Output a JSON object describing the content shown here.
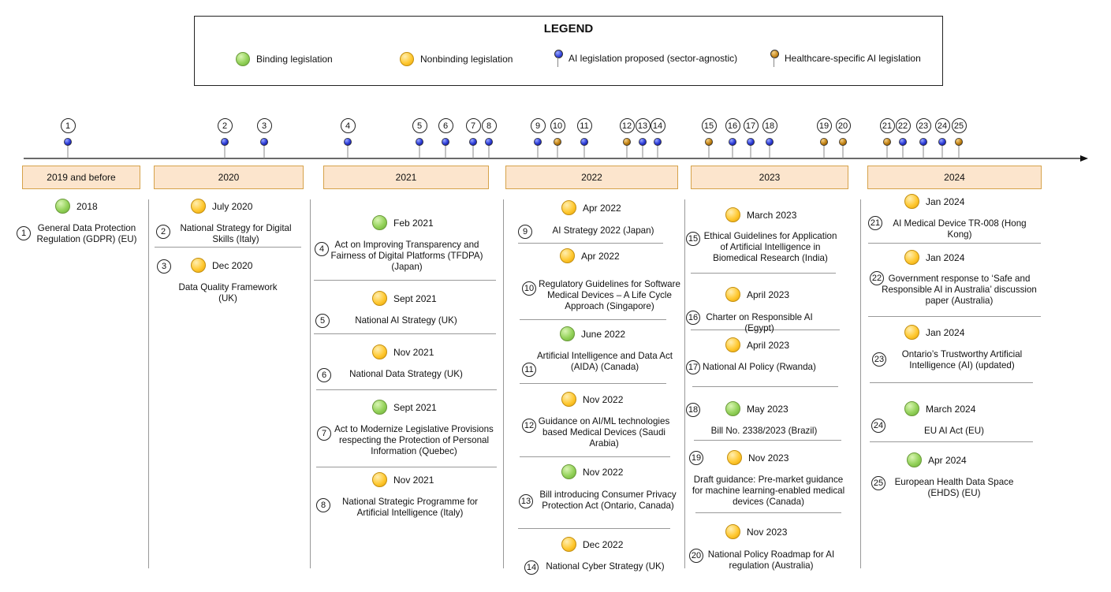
{
  "legend": {
    "title": "LEGEND",
    "binding": "Binding legislation",
    "nonbinding": "Nonbinding legislation",
    "proposed": "AI legislation proposed (sector-agnostic)",
    "healthcare": "Healthcare-specific AI legislation"
  },
  "colors": {
    "binding": "#94d25a",
    "nonbinding": "#ffc933",
    "sector_agnostic_pin": "#3344dd",
    "healthcare_pin": "#c8891b",
    "year_box_fill": "#fce5cd",
    "year_box_border": "#d6a24a"
  },
  "years": [
    "2019 and before",
    "2020",
    "2021",
    "2022",
    "2023",
    "2024"
  ],
  "timeline_pins": [
    {
      "n": "1",
      "type": "blue"
    },
    {
      "n": "2",
      "type": "blue"
    },
    {
      "n": "3",
      "type": "blue"
    },
    {
      "n": "4",
      "type": "blue"
    },
    {
      "n": "5",
      "type": "blue"
    },
    {
      "n": "6",
      "type": "blue"
    },
    {
      "n": "7",
      "type": "blue"
    },
    {
      "n": "8",
      "type": "blue"
    },
    {
      "n": "9",
      "type": "blue"
    },
    {
      "n": "10",
      "type": "orange"
    },
    {
      "n": "11",
      "type": "blue"
    },
    {
      "n": "12",
      "type": "orange"
    },
    {
      "n": "13",
      "type": "blue"
    },
    {
      "n": "14",
      "type": "blue"
    },
    {
      "n": "15",
      "type": "orange"
    },
    {
      "n": "16",
      "type": "blue"
    },
    {
      "n": "17",
      "type": "blue"
    },
    {
      "n": "18",
      "type": "blue"
    },
    {
      "n": "19",
      "type": "orange"
    },
    {
      "n": "20",
      "type": "orange"
    },
    {
      "n": "21",
      "type": "orange"
    },
    {
      "n": "22",
      "type": "blue"
    },
    {
      "n": "23",
      "type": "blue"
    },
    {
      "n": "24",
      "type": "blue"
    },
    {
      "n": "25",
      "type": "orange"
    }
  ],
  "items": [
    {
      "n": "1",
      "date": "2018",
      "status": "binding",
      "text": "General Data Protection Regulation (GDPR) (EU)"
    },
    {
      "n": "2",
      "date": "July 2020",
      "status": "nonbinding",
      "text": "National Strategy for Digital Skills (Italy)"
    },
    {
      "n": "3",
      "date": "Dec 2020",
      "status": "nonbinding",
      "text": "Data Quality Framework (UK)"
    },
    {
      "n": "4",
      "date": "Feb 2021",
      "status": "binding",
      "text": "Act on Improving Transparency and Fairness of Digital Platforms (TFDPA) (Japan)"
    },
    {
      "n": "5",
      "date": "Sept 2021",
      "status": "nonbinding",
      "text": "National AI Strategy (UK)"
    },
    {
      "n": "6",
      "date": "Nov 2021",
      "status": "nonbinding",
      "text": "National Data Strategy (UK)"
    },
    {
      "n": "7",
      "date": "Sept 2021",
      "status": "binding",
      "text": "Act to Modernize Legislative Provisions respecting the Protection of Personal Information (Quebec)"
    },
    {
      "n": "8",
      "date": "Nov 2021",
      "status": "nonbinding",
      "text": "National Strategic Programme for Artificial Intelligence (Italy)"
    },
    {
      "n": "9",
      "date": "Apr 2022",
      "status": "nonbinding",
      "text": "AI Strategy 2022 (Japan)"
    },
    {
      "n": "10",
      "date": "Apr 2022",
      "status": "nonbinding",
      "text": "Regulatory Guidelines for Software Medical Devices – A Life Cycle Approach (Singapore)"
    },
    {
      "n": "11",
      "date": "June 2022",
      "status": "binding",
      "text": "Artificial Intelligence and Data Act (AIDA) (Canada)"
    },
    {
      "n": "12",
      "date": "Nov 2022",
      "status": "nonbinding",
      "text": "Guidance on AI/ML technologies based Medical Devices (Saudi Arabia)"
    },
    {
      "n": "13",
      "date": "Nov 2022",
      "status": "binding",
      "text": "Bill introducing Consumer Privacy Protection Act (Ontario, Canada)"
    },
    {
      "n": "14",
      "date": "Dec 2022",
      "status": "nonbinding",
      "text": "National Cyber Strategy (UK)"
    },
    {
      "n": "15",
      "date": "March 2023",
      "status": "nonbinding",
      "text": "Ethical Guidelines for Application of Artificial Intelligence in Biomedical Research (India)"
    },
    {
      "n": "16",
      "date": "April 2023",
      "status": "nonbinding",
      "text": "Charter on Responsible AI (Egypt)"
    },
    {
      "n": "17",
      "date": "April 2023",
      "status": "nonbinding",
      "text": "National AI Policy (Rwanda)"
    },
    {
      "n": "18",
      "date": "May 2023",
      "status": "binding",
      "text": "Bill No. 2338/2023 (Brazil)"
    },
    {
      "n": "19",
      "date": "Nov 2023",
      "status": "nonbinding",
      "text": "Draft guidance: Pre-market guidance for machine learning-enabled medical devices (Canada)"
    },
    {
      "n": "20",
      "date": "Nov 2023",
      "status": "nonbinding",
      "text": "National Policy Roadmap for AI regulation (Australia)"
    },
    {
      "n": "21",
      "date": "Jan 2024",
      "status": "nonbinding",
      "text": "AI Medical Device TR-008 (Hong Kong)"
    },
    {
      "n": "22",
      "date": "Jan 2024",
      "status": "nonbinding",
      "text": "Government response to ‘Safe and Responsible AI in Australia’ discussion paper (Australia)"
    },
    {
      "n": "23",
      "date": "Jan 2024",
      "status": "nonbinding",
      "text": "Ontario’s Trustworthy Artificial Intelligence (AI) (updated)"
    },
    {
      "n": "24",
      "date": "March 2024",
      "status": "binding",
      "text": "EU AI Act (EU)"
    },
    {
      "n": "25",
      "date": "Apr 2024",
      "status": "binding",
      "text": "European Health Data Space (EHDS) (EU)"
    }
  ]
}
